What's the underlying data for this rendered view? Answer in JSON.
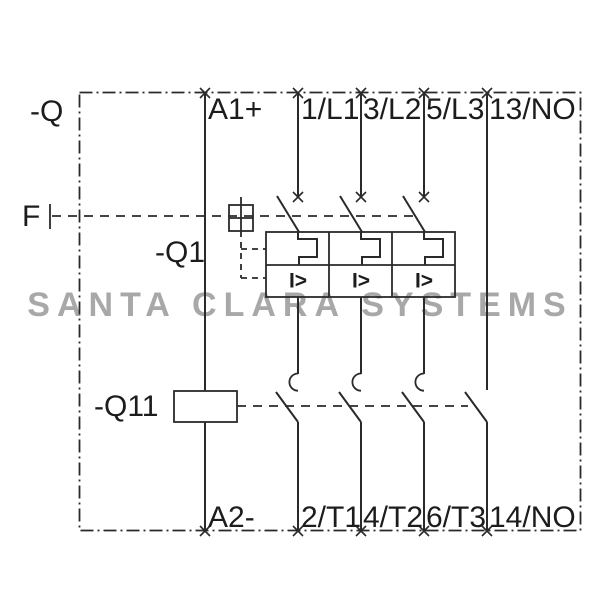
{
  "watermark": {
    "text": "SANTA CLARA SYSTEMS"
  },
  "labels": {
    "enclosure": "-Q",
    "trip_function": "F",
    "breaker": "-Q1",
    "contactor": "-Q11"
  },
  "top_terminals": [
    {
      "label": "A1+"
    },
    {
      "label": "1/L1"
    },
    {
      "label": "3/L2"
    },
    {
      "label": "5/L3"
    },
    {
      "label": "13/NO"
    }
  ],
  "bottom_terminals": [
    {
      "label": "A2-"
    },
    {
      "label": "2/T1"
    },
    {
      "label": "4/T2"
    },
    {
      "label": "6/T3"
    },
    {
      "label": "14/NO"
    }
  ],
  "trip_units": [
    {
      "label": "I>"
    },
    {
      "label": "I>"
    },
    {
      "label": "I>"
    }
  ],
  "colors": {
    "line": "#2a2a2a",
    "text": "#1c1c1c",
    "watermark": "#a8a8a8",
    "background": "#ffffff"
  }
}
